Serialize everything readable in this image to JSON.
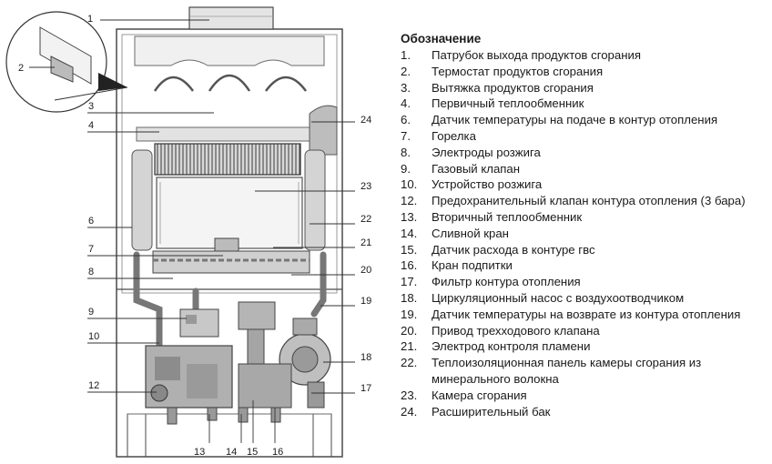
{
  "legend": {
    "title": "Обозначение",
    "items": [
      {
        "num": "1.",
        "text": "Патрубок выхода продуктов сгорания"
      },
      {
        "num": "2.",
        "text": "Термостат продуктов сгорания"
      },
      {
        "num": "3.",
        "text": "Вытяжка продуктов сгорания"
      },
      {
        "num": "4.",
        "text": "Первичный теплообменник"
      },
      {
        "num": "6.",
        "text": "Датчик температуры на подаче в контур отопления"
      },
      {
        "num": "7.",
        "text": "Горелка"
      },
      {
        "num": "8.",
        "text": "Электроды розжига"
      },
      {
        "num": "9.",
        "text": "Газовый клапан"
      },
      {
        "num": "10.",
        "text": "Устройство розжига"
      },
      {
        "num": "12.",
        "text": "Предохранительный клапан контура отопления (3 бара)"
      },
      {
        "num": "13.",
        "text": "Вторичный теплообменник"
      },
      {
        "num": "14.",
        "text": "Сливной кран"
      },
      {
        "num": "15.",
        "text": "Датчик расхода в контуре гвс"
      },
      {
        "num": "16.",
        "text": "Кран подпитки"
      },
      {
        "num": "17.",
        "text": "Фильтр контура отопления"
      },
      {
        "num": "18.",
        "text": "Циркуляционный насос с воздухоотводчиком"
      },
      {
        "num": "19.",
        "text": "Датчик температуры на возврате из контура отопления"
      },
      {
        "num": "20.",
        "text": "Привод трехходового клапана"
      },
      {
        "num": "21.",
        "text": "Электрод контроля пламени"
      },
      {
        "num": "22.",
        "text": "Теплоизоляционная панель камеры сгорания из минерального волокна"
      },
      {
        "num": "23.",
        "text": "Камера сгорания"
      },
      {
        "num": "24.",
        "text": "Расширительный бак"
      }
    ]
  },
  "callouts": {
    "c1": "1",
    "c2": "2",
    "c3": "3",
    "c4": "4",
    "c6": "6",
    "c7": "7",
    "c8": "8",
    "c9": "9",
    "c10": "10",
    "c12": "12",
    "c13": "13",
    "c14": "14",
    "c15": "15",
    "c16": "16",
    "c17": "17",
    "c18": "18",
    "c19": "19",
    "c20": "20",
    "c21": "21",
    "c22": "22",
    "c23": "23",
    "c24": "24"
  }
}
